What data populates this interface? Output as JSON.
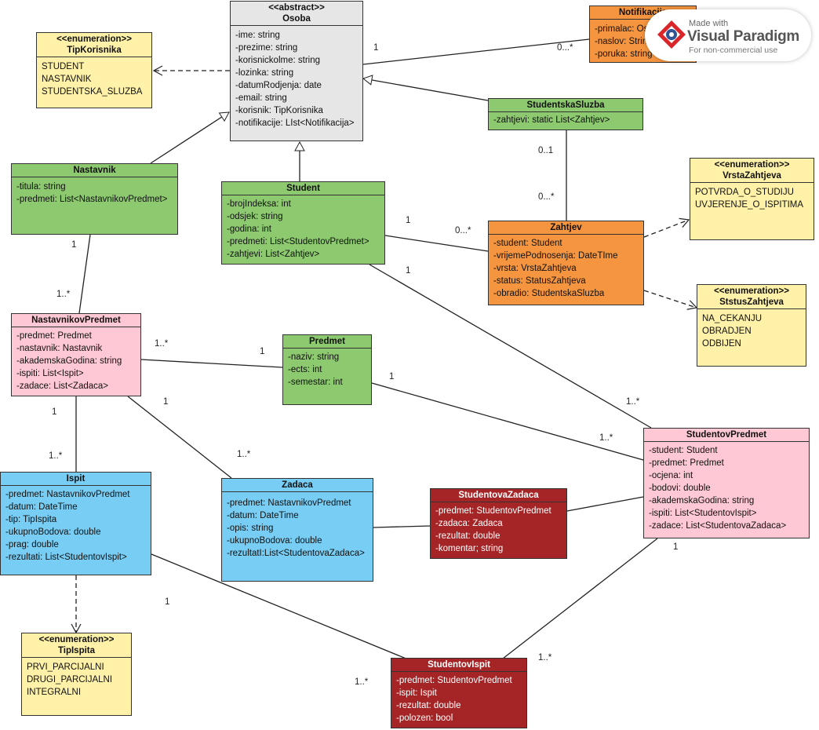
{
  "classes": {
    "osoba": {
      "stereotype": "<<abstract>>",
      "name": "Osoba",
      "fields": [
        "-ime: string",
        "-prezime: string",
        "-korisnickolme: string",
        "-lozinka: string",
        "-datumRodjenja: date",
        "-email: string",
        "-korisnik: TipKorisnika",
        "-notifikacije: LIst<Notifikacija>"
      ]
    },
    "tipKorisnika": {
      "stereotype": "<<enumeration>>",
      "name": "TipKorisnika",
      "fields": [
        "STUDENT",
        "NASTAVNIK",
        "STUDENTSKA_SLUZBA"
      ]
    },
    "notifikacija": {
      "name": "Notifikacija",
      "fields": [
        "-primalac: Osoba",
        "-naslov: String",
        "-poruka: string"
      ]
    },
    "studentskaSluzba": {
      "name": "StudentskaSluzba",
      "fields": [
        "-zahtjevi: static List<Zahtjev>"
      ]
    },
    "nastavnik": {
      "name": "Nastavnik",
      "fields": [
        "-titula: string",
        "-predmeti: List<NastavnikovPredmet>"
      ]
    },
    "student": {
      "name": "Student",
      "fields": [
        "-brojIndeksa: int",
        "-odsjek: string",
        "-godina: int",
        "-predmeti: List<StudentovPredmet>",
        "-zahtjevi: List<Zahtjev>"
      ]
    },
    "vrstaZahtjeva": {
      "stereotype": "<<enumeration>>",
      "name": "VrstaZahtjeva",
      "fields": [
        "POTVRDA_O_STUDIJU",
        "UVJERENJE_O_ISPITIMA"
      ]
    },
    "zahtjev": {
      "name": "Zahtjev",
      "fields": [
        "-student: Student",
        "-vrijemePodnosenja: DateTIme",
        "-vrsta: VrstaZahtjeva",
        "-status: StatusZahtjeva",
        "-obradio: StudentskaSluzba"
      ]
    },
    "statusZahtjeva": {
      "stereotype": "<<enumeration>>",
      "name": "StstusZahtjeva",
      "fields": [
        "NA_CEKANJU",
        "OBRADJEN",
        "ODBIJEN"
      ]
    },
    "nastavnikovPredmet": {
      "name": "NastavnikovPredmet",
      "fields": [
        "-predmet: Predmet",
        "-nastavnik: Nastavnik",
        "-akademskaGodina: string",
        "-ispiti: List<Ispit>",
        "-zadace: List<Zadaca>"
      ]
    },
    "predmet": {
      "name": "Predmet",
      "fields": [
        "-naziv: string",
        "-ects: int",
        "-semestar: int"
      ]
    },
    "studentovPredmet": {
      "name": "StudentovPredmet",
      "fields": [
        "-student: Student",
        "-predmet: Predmet",
        "-ocjena: int",
        "-bodovi: double",
        "-akademskaGodina: string",
        "-ispiti: List<StudentovIspit>",
        "-zadace: List<StudentovaZadaca>"
      ]
    },
    "ispit": {
      "name": "Ispit",
      "fields": [
        "-predmet: NastavnikovPredmet",
        "-datum: DateTime",
        "-tip: TipIspita",
        "-ukupnoBodova: double",
        "-prag: double",
        "-rezultati: List<StudentovIspit>"
      ]
    },
    "zadaca": {
      "name": "Zadaca",
      "fields": [
        "-predmet: NastavnikovPredmet",
        "-datum: DateTime",
        "-opis: string",
        "-ukupnoBodova: double",
        "-rezultatI:List<StudentovaZadaca>"
      ]
    },
    "studentovaZadaca": {
      "name": "StudentovaZadaca",
      "fields": [
        "-predmet: StudentovPredmet",
        "-zadaca: Zadaca",
        "-rezultat: double",
        "-komentar; string"
      ]
    },
    "tipIspita": {
      "stereotype": "<<enumeration>>",
      "name": "TipIspita",
      "fields": [
        "PRVI_PARCIJALNI",
        "DRUGI_PARCIJALNI",
        "INTEGRALNI"
      ]
    },
    "studentovIspit": {
      "name": "StudentovIspit",
      "fields": [
        "-predmet: StudentovPredmet",
        "-ispit: Ispit",
        "-rezultat: double",
        "-polozen: bool"
      ]
    }
  },
  "multiplicities": [
    "1",
    "0...*",
    "0..1",
    "0...*",
    "1",
    "0...*",
    "1",
    "1..*",
    "1",
    "1..*",
    "1..*",
    "1",
    "1",
    "1..*",
    "1",
    "1..*",
    "1",
    "1..*",
    "1",
    "1..*",
    "1",
    "1..*"
  ],
  "watermark": {
    "line1": "Made with",
    "line2": "Visual Paradigm",
    "line3": "For non-commercial use"
  },
  "colors": {
    "abstract": "#e6e6e6",
    "enumeration": "#fff2a8",
    "green": "#8cc96f",
    "orange": "#f5953f",
    "pink": "#ffc8d4",
    "blue": "#77cdf3",
    "darkred": "#a52426"
  }
}
